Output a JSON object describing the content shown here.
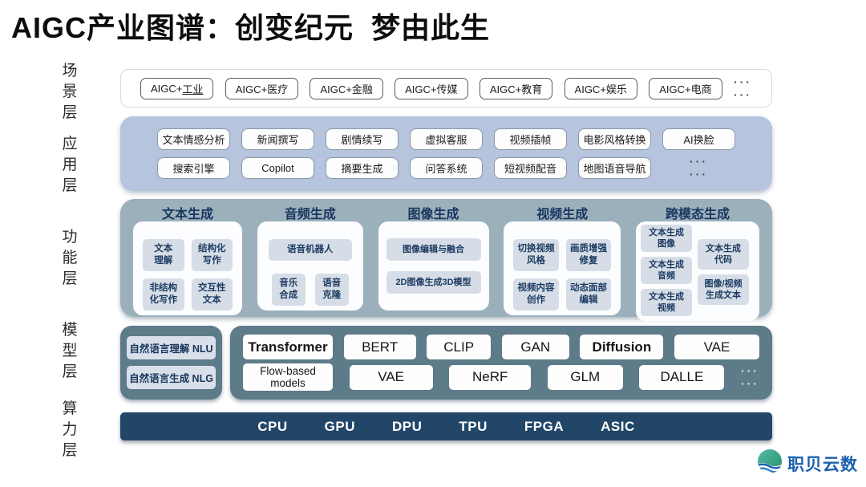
{
  "title": "AIGC产业图谱：创变纪元  梦由此生",
  "ellipsis": "···",
  "scene": {
    "label": "场景层",
    "first": {
      "prefix": "AIGC+",
      "underline": "工业"
    },
    "items": [
      "AIGC+工业",
      "AIGC+医疗",
      "AIGC+金融",
      "AIGC+传媒",
      "AIGC+教育",
      "AIGC+娱乐",
      "AIGC+电商"
    ]
  },
  "application": {
    "label": "应用层",
    "row1": [
      "文本情感分析",
      "新闻撰写",
      "剧情续写",
      "虚拟客服",
      "视频插帧",
      "电影风格转换",
      "AI换脸"
    ],
    "row2": [
      "搜索引擎",
      "Copilot",
      "摘要生成",
      "问答系统",
      "短视频配音",
      "地图语音导航"
    ]
  },
  "function": {
    "label": "功能层",
    "columns": [
      {
        "title": "文本生成",
        "boxes": [
          "文本\n理解",
          "结构化\n写作",
          "非结构\n化写作",
          "交互性\n文本"
        ]
      },
      {
        "title": "音频生成",
        "boxes": [
          "语音机器人",
          "音乐\n合成",
          "语音\n克隆"
        ]
      },
      {
        "title": "图像生成",
        "boxes": [
          "图像编辑与融合",
          "2D图像生成3D模型"
        ]
      },
      {
        "title": "视频生成",
        "boxes": [
          "切换视频\n风格",
          "画质增强\n修复",
          "视频内容\n创作",
          "动态面部\n编辑"
        ]
      },
      {
        "title": "跨模态生成",
        "left": [
          "文本生成\n图像",
          "文本生成\n音频",
          "文本生成\n视频"
        ],
        "right": [
          "文本生成\n代码",
          "图像/视频\n生成文本"
        ]
      }
    ]
  },
  "model": {
    "label": "模型层",
    "nl_boxes": [
      "自然语言理解 NLU",
      "自然语言生成 NLG"
    ],
    "row1": [
      "Transformer",
      "BERT",
      "CLIP",
      "GAN",
      "Diffusion",
      "VAE"
    ],
    "row2": [
      "Flow-based\nmodels",
      "VAE",
      "NeRF",
      "GLM",
      "DALLE"
    ]
  },
  "compute": {
    "label": "算力层",
    "items": [
      "CPU",
      "GPU",
      "DPU",
      "TPU",
      "FPGA",
      "ASIC"
    ]
  },
  "logo": {
    "text": "职贝云数"
  },
  "colors": {
    "app_layer": "#b6c4de",
    "func_layer": "#9cb0bc",
    "model_layer": "#5e7b89",
    "compute_layer": "#224668",
    "box_fill": "#d6dde6",
    "navy_text": "#17375e",
    "logo_blue": "#1b5fae",
    "logo_green": "#3aa183"
  }
}
